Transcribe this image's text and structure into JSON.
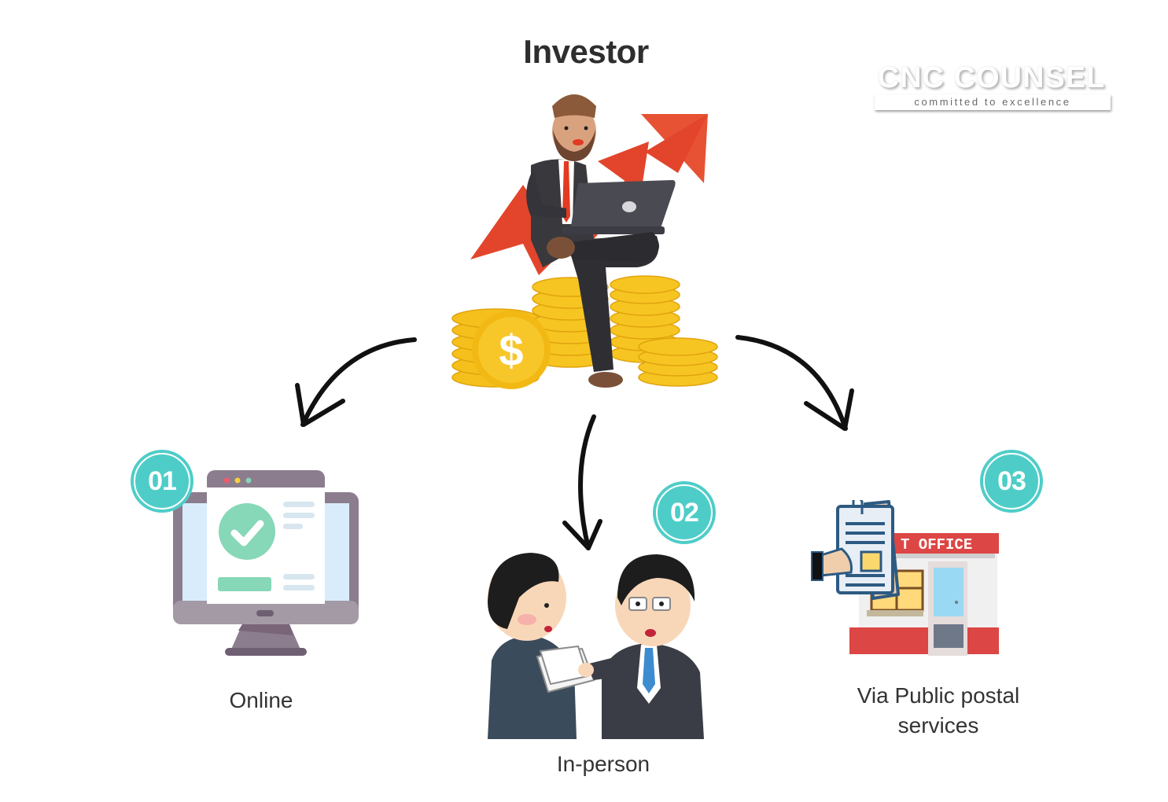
{
  "title": "Investor",
  "logo": {
    "name": "CNC COUNSEL",
    "tagline": "committed to excellence"
  },
  "colors": {
    "badge": "#4ecdc8",
    "arrow": "#111111",
    "text": "#333333",
    "growth_arrow": "#e2452b",
    "coin": "#f7c21e"
  },
  "methods": [
    {
      "number": "01",
      "label": "Online",
      "icon": "computer-checkmark-icon"
    },
    {
      "number": "02",
      "label": "In-person",
      "icon": "two-businessmen-icon"
    },
    {
      "number": "03",
      "label": "Via Public postal services",
      "icon": "post-office-icon",
      "sign_text": "T OFFICE"
    }
  ],
  "hero": {
    "icon": "investor-on-coins-icon",
    "coin_symbol": "$"
  }
}
